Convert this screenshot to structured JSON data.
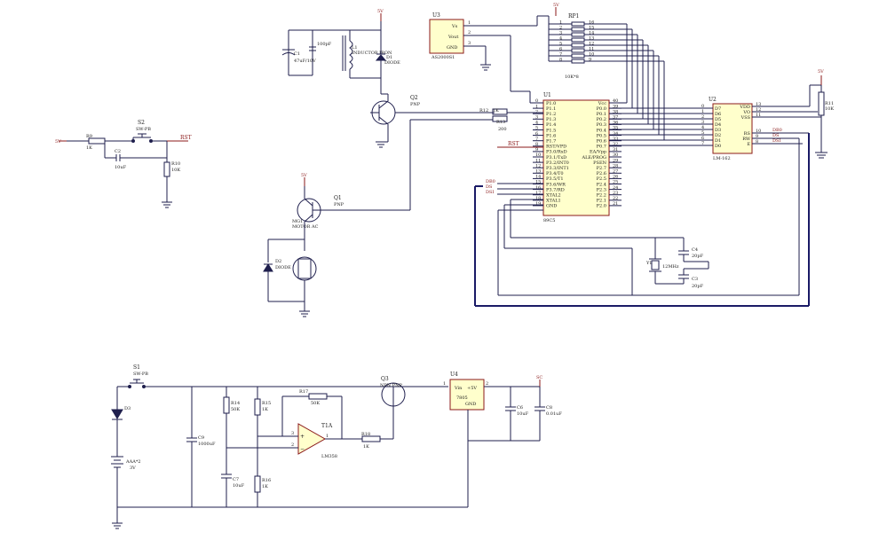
{
  "components": {
    "u1": {
      "ref": "U1",
      "part": "89C5",
      "left_pins": [
        "P1.0",
        "P1.1",
        "P1.2",
        "P1.3",
        "P1.4",
        "P1.5",
        "P1.6",
        "P1.7",
        "RST/VPD",
        "P3.0/RxD",
        "P3.1/TxD",
        "P3.2/INT0",
        "P3.3/INT1",
        "P3.4/T0",
        "P3.5/T1",
        "P3.6/WR",
        "P3.7/RD",
        "XTAL2",
        "XTAL1",
        "GND"
      ],
      "left_nums": [
        "0",
        "1",
        "2",
        "3",
        "4",
        "5",
        "6",
        "7",
        "8",
        "9",
        "10",
        "11",
        "12",
        "13",
        "14",
        "15",
        "16",
        "17",
        "18",
        "19"
      ],
      "right_pins": [
        "Vcc",
        "P0.0",
        "P0.1",
        "P0.2",
        "P0.3",
        "P0.4",
        "P0.5",
        "P0.6",
        "P0.7",
        "EA/Vpp",
        "ALE/PROG",
        "PSEN",
        "P2.7",
        "P2.6",
        "P2.5",
        "P2.4",
        "P2.3",
        "P2.2",
        "P2.1",
        "P2.0"
      ],
      "right_nums": [
        "40",
        "39",
        "38",
        "37",
        "36",
        "35",
        "34",
        "33",
        "32",
        "31",
        "30",
        "29",
        "28",
        "27",
        "26",
        "25",
        "24",
        "23",
        "22",
        "21"
      ]
    },
    "u2": {
      "ref": "U2",
      "part": "LM-162",
      "left_pins": [
        "D7",
        "D6",
        "D5",
        "D4",
        "D3",
        "D2",
        "D1",
        "D0"
      ],
      "left_nums": [
        "0",
        "1",
        "2",
        "3",
        "4",
        "5",
        "6",
        "7"
      ],
      "right_pins": [
        "VDD",
        "VO",
        "VSS",
        "RS",
        "RW",
        "E"
      ],
      "right_nums": [
        "13",
        "12",
        "11",
        "10",
        "9",
        "8"
      ]
    },
    "u3": {
      "ref": "U3",
      "part": "AS2000S1",
      "pins": [
        "Vs",
        "Vout",
        "GND"
      ],
      "nums": [
        "1",
        "2",
        "3"
      ]
    },
    "rp1": {
      "ref": "RP1",
      "value": "10K*8",
      "left_nums": [
        "1",
        "2",
        "3",
        "4",
        "5",
        "6",
        "7",
        "8"
      ],
      "right_nums": [
        "16",
        "15",
        "14",
        "13",
        "12",
        "11",
        "10",
        "9"
      ]
    },
    "u4": {
      "ref": "U4",
      "pins": [
        "Vin",
        "+5V",
        "GND"
      ],
      "part": "7805",
      "left_num": "1",
      "right_num": "2"
    },
    "t1": {
      "ref": "T1A",
      "part": "LM358",
      "pin_plus": "3",
      "pin_minus": "2",
      "pin_out": "1"
    },
    "q1": {
      "ref": "Q1",
      "type": "PNP"
    },
    "q2": {
      "ref": "Q2",
      "type": "PNP"
    },
    "q3": {
      "ref": "Q3",
      "type": "NPN PNP"
    },
    "y1": {
      "ref": "Y1",
      "value": "12MHz"
    },
    "s1": {
      "ref": "S1",
      "type": "SW-PB"
    },
    "s2": {
      "ref": "S2",
      "type": "SW-PB"
    },
    "l1": {
      "ref": "L1",
      "type": "INDUCTOR IRON"
    },
    "d1": {
      "ref": "D1",
      "type": "DIODE"
    },
    "d2": {
      "ref": "D2",
      "type": "DIODE"
    },
    "d3": {
      "ref": "D3"
    },
    "mg1": {
      "ref": "MG1",
      "type": "MOTOR AC"
    },
    "batt": {
      "ref": "AAA*2",
      "value": "3V"
    },
    "r9": {
      "ref": "R9",
      "value": "1K"
    },
    "r10": {
      "ref": "R10",
      "value": "10K"
    },
    "r11": {
      "ref": "R11",
      "value": "10K"
    },
    "r12": {
      "ref": "R12",
      "value": "1K"
    },
    "r13": {
      "ref": "R13",
      "value": "200"
    },
    "r14": {
      "ref": "R14",
      "value": "50K"
    },
    "r15": {
      "ref": "R15",
      "value": "1K"
    },
    "r16": {
      "ref": "R16",
      "value": "1K"
    },
    "r17": {
      "ref": "R17",
      "value": "50K"
    },
    "r18": {
      "ref": "R18",
      "value": "1K"
    },
    "c1": {
      "ref": "C1",
      "value": "47uF/10V"
    },
    "c2": {
      "ref": "C2",
      "value": "10uF"
    },
    "c3": {
      "ref": "C3",
      "value": "20pF"
    },
    "c4": {
      "ref": "C4",
      "value": "20pF"
    },
    "c6": {
      "ref": "C6",
      "value": "10uF"
    },
    "c7": {
      "ref": "C7",
      "value": "10uF"
    },
    "c8": {
      "ref": "C8",
      "value": "0.01uF"
    },
    "c9": {
      "ref": "C9",
      "value": "1000uF"
    },
    "c100": {
      "value": "100pF"
    }
  },
  "nets": {
    "vcc": "5V",
    "vcc_in": "5V",
    "rst": "RST",
    "dbo": "DB0",
    "ds": "DS",
    "dsi": "DSI",
    "sc": "SC"
  }
}
